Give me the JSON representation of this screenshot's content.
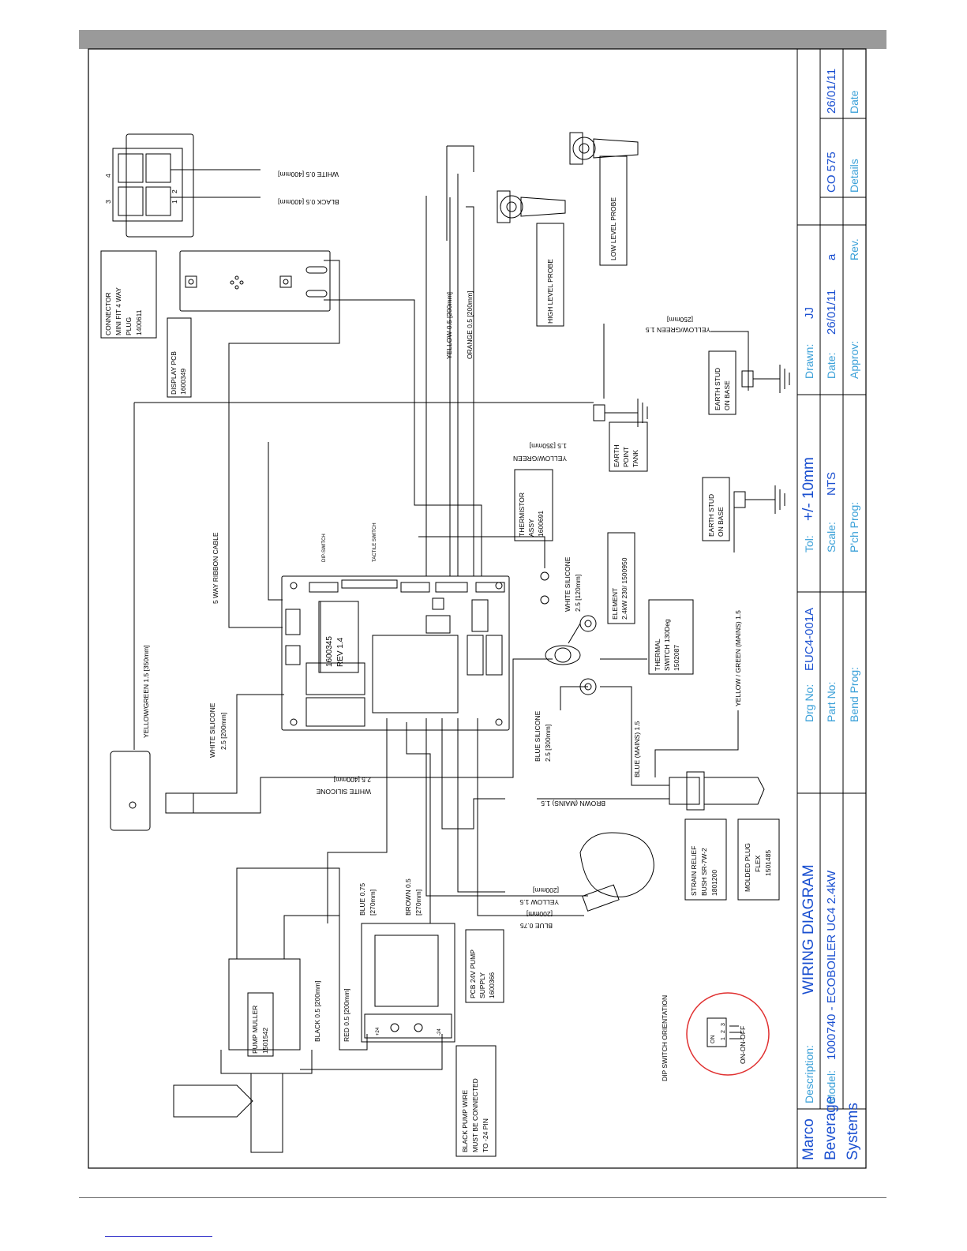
{
  "labels": {
    "connector": [
      "CONNECTOR",
      "MINI FIT 4 WAY",
      "PLUG",
      "1400611"
    ],
    "connector_pins": [
      "3",
      "4",
      "1",
      "2"
    ],
    "display_pcb": [
      "DISPLAY PCB",
      "1600349"
    ],
    "white_400": "WHITE 0.5 [400mm]",
    "black_400": "BLACK 0.5 [400mm]",
    "yellow_200": "YELLOW 0.5 [200mm]",
    "orange_200": "ORANGE 0.5 [200mm]",
    "high_probe": "HIGH LEVEL PROBE",
    "low_probe": "LOW LEVEL PROBE",
    "yg_250": [
      "YELLOW/GREEN 1.5",
      "[250mm]"
    ],
    "earth_stud_1": [
      "EARTH STUD",
      "ON BASE"
    ],
    "yg_350": [
      "YELLOW/GREEN",
      "1.5 [350mm]"
    ],
    "earth_tank": [
      "EARTH",
      "POINT",
      "TANK"
    ],
    "thermistor": [
      "THERMISTOR",
      "ASSY",
      "1600691"
    ],
    "earth_stud_2": [
      "EARTH STUD",
      "ON BASE"
    ],
    "ribbon": "5 WAY RIBBON CABLE",
    "dip_switch": "DIP-SWITCH",
    "tactile_switch": "TACTILE SWITCH",
    "white_sil_120": [
      "WHITE SILICONE",
      "2.5 [120mm]"
    ],
    "element": [
      "ELEMENT",
      "2.4kW 230/ 1500950"
    ],
    "pcb_main": [
      "1600345",
      "REV 1.4"
    ],
    "thermal_switch": [
      "THERMAL",
      "SWITCH 130Deg",
      "1502087"
    ],
    "yg_mains": "YELLOW / GREEN (MAINS) 1.5",
    "yg_350_left": "YELLOW/GREEN 1.5 [350mm]",
    "white_sil_200": [
      "WHITE SILICONE",
      "2.5 [200mm]"
    ],
    "blue_sil_300": [
      "BLUE SILICONE",
      "2.5 [300mm]"
    ],
    "blue_mains": "BLUE (MAINS) 1.5",
    "white_sil_400": [
      "WHITE SILICONE",
      "2.5 [400mm]"
    ],
    "brown_mains": "BROWN (MAINS) 1.5",
    "strain_relief": [
      "STRAIN RELIEF",
      "BUSH SR-7W-2",
      "1801200"
    ],
    "molded_plug": [
      "MOLDED PLUG",
      "FLEX",
      "1501485"
    ],
    "yellow_15": [
      "YELLOW 1.5",
      "[200mm]"
    ],
    "blue_075_270": [
      "BLUE 0.75",
      "[270mm]"
    ],
    "brown_05_270": [
      "BROWN 0.5",
      "[270mm]"
    ],
    "blue_075_200": [
      "BLUE 0.75",
      "[200mm]"
    ],
    "pump_muller": [
      "PUMP MULLER",
      "1501542"
    ],
    "black_200": "BLACK 0.5 [200mm]",
    "red_200": "RED 0.5 [200mm]",
    "pcb_pump": [
      "PCB 24V PUMP",
      "SUPPLY",
      "1600366"
    ],
    "pcb_pump_pins": [
      "+24",
      "-24"
    ],
    "black_pump_note": [
      "BLACK PUMP WIRE",
      "MUST BE CONNECTED",
      "TO -24 PIN"
    ],
    "dip_orientation": "DIP SWITCH ORIENTATION",
    "dip_on": "ON",
    "dip_nums": [
      "1",
      "2",
      "3"
    ],
    "dip_caption": "ON-ON-OFF"
  },
  "title_block": {
    "company": [
      "Marco",
      "Beverage",
      "Systems"
    ],
    "description_key": "Description:",
    "description_val": "WIRING DIAGRAM",
    "model_key": "Model:",
    "model_val": "1000740 - ECOBOILER UC4 2.4kW",
    "drg_key": "Drg No:",
    "drg_val": "EUC4-001A",
    "part_key": "Part No:",
    "bend_key": "Bend Prog:",
    "tol_key": "Tol:",
    "tol_val": "+/- 10mm",
    "scale_key": "Scale:",
    "scale_val": "NTS",
    "pch_key": "P'ch Prog:",
    "drawn_key": "Drawn:",
    "drawn_val": "JJ",
    "date_key": "Date:",
    "date_val": "26/01/11",
    "approv_key": "Approv:",
    "rev_val": "a",
    "rev_key": "Rev.",
    "details_val": "CO 575",
    "details_key": "Details",
    "rdate_val": "26/01/11",
    "rdate_key": "Date"
  }
}
